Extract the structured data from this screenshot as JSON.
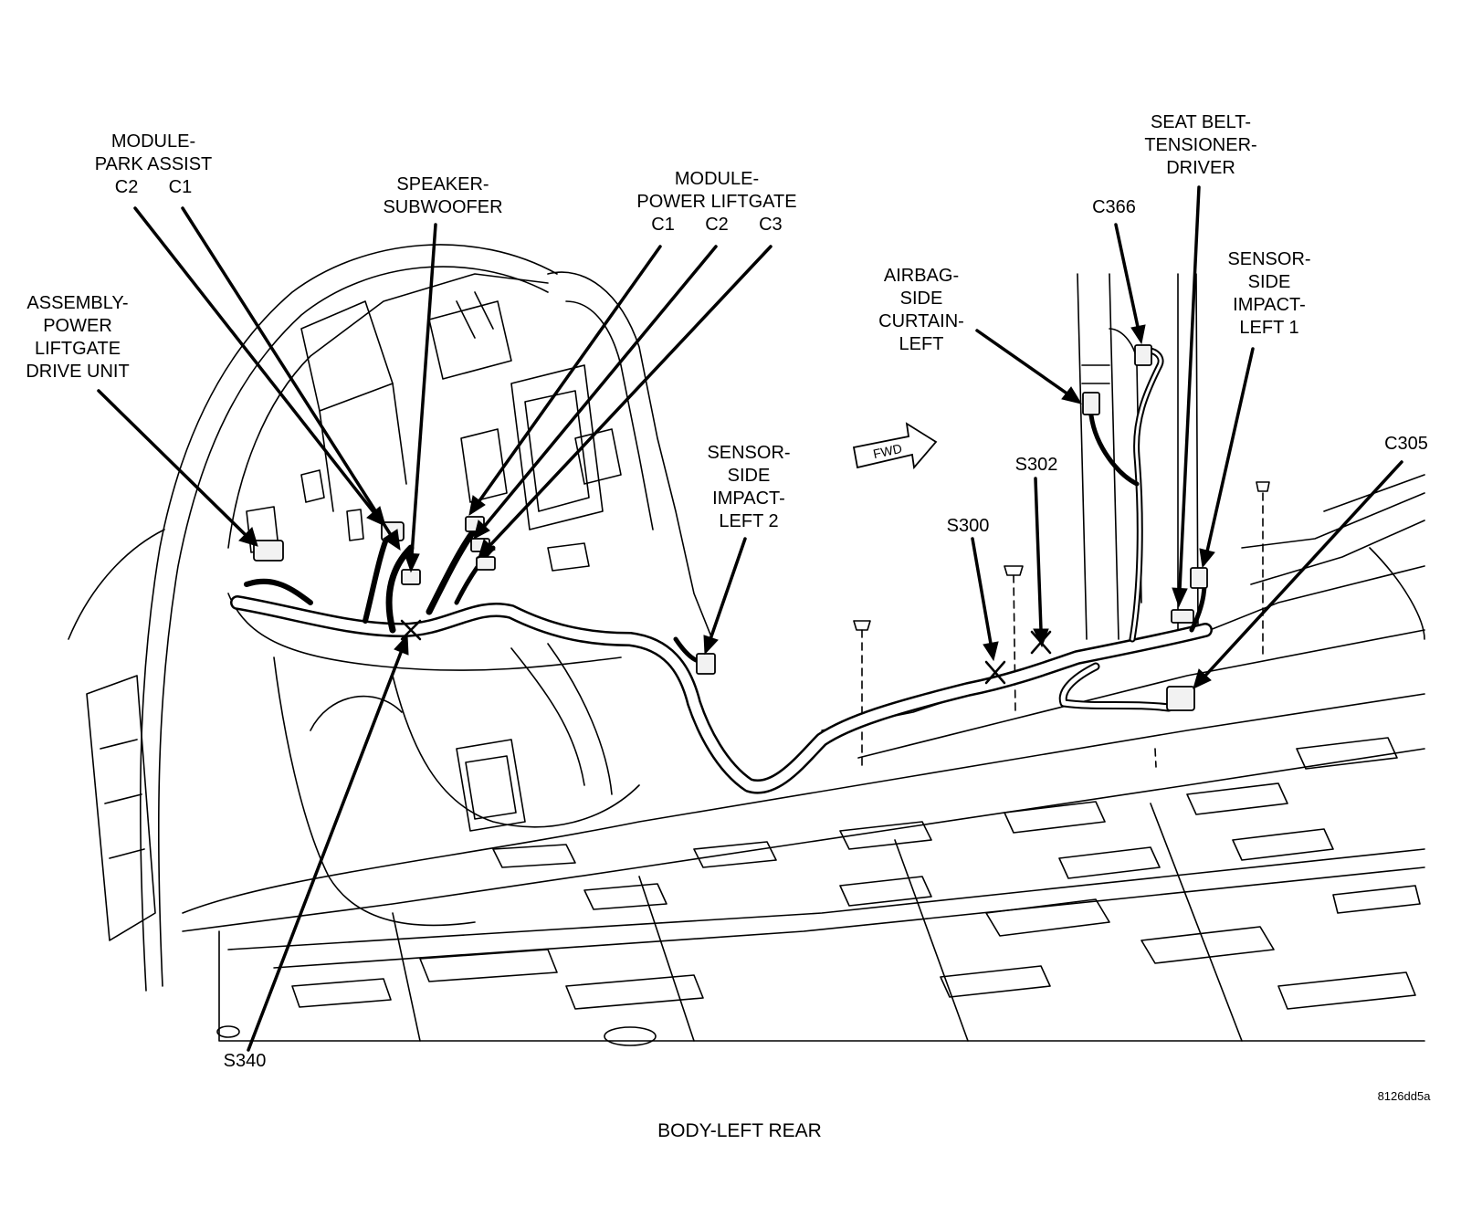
{
  "labels": {
    "park_assist": [
      "MODULE-",
      "PARK ASSIST",
      "C2      C1"
    ],
    "subwoofer": [
      "SPEAKER-",
      "SUBWOOFER"
    ],
    "power_liftgate": [
      "MODULE-",
      "POWER LIFTGATE",
      "C1      C2      C3"
    ],
    "liftgate_drive_unit": [
      "ASSEMBLY-",
      "POWER",
      "LIFTGATE",
      "DRIVE UNIT"
    ],
    "sensor_left_2": [
      "SENSOR-",
      "SIDE",
      "IMPACT-",
      "LEFT 2"
    ],
    "airbag_curtain": [
      "AIRBAG-",
      "SIDE",
      "CURTAIN-",
      "LEFT"
    ],
    "seat_belt": [
      "SEAT BELT-",
      "TENSIONER-",
      "DRIVER"
    ],
    "c366": "C366",
    "sensor_left_1": [
      "SENSOR-",
      "SIDE",
      "IMPACT-",
      "LEFT 1"
    ],
    "c305": "C305",
    "s302": "S302",
    "s300": "S300",
    "s340": "S340",
    "fwd": "FWD"
  },
  "figure_id": "8126dd5a",
  "caption": "BODY-LEFT REAR",
  "colors": {
    "ink": "#000000",
    "paper": "#ffffff",
    "fill": "#f2f2f2"
  }
}
